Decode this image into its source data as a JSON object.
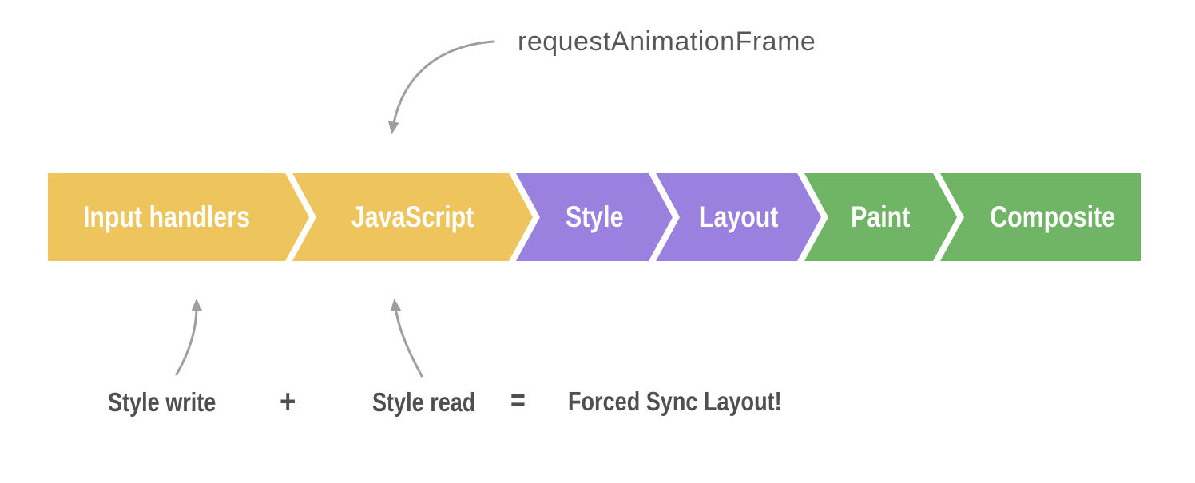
{
  "diagram": {
    "title": "requestAnimationFrame",
    "pipeline": {
      "label_color": "#ffffff",
      "segments": [
        {
          "label": "Input handlers",
          "color": "#eec55c"
        },
        {
          "label": "JavaScript",
          "color": "#eec55c"
        },
        {
          "label": "Style",
          "color": "#9a81e0"
        },
        {
          "label": "Layout",
          "color": "#9a81e0"
        },
        {
          "label": "Paint",
          "color": "#70b465"
        },
        {
          "label": "Composite",
          "color": "#70b465"
        }
      ]
    },
    "annotations": {
      "raf_label": "requestAnimationFrame",
      "style_write": "Style write",
      "plus": "+",
      "style_read": "Style read",
      "equals": "=",
      "result": "Forced Sync Layout!",
      "text_color": "#4f4f52",
      "raf_text_color": "#57575a",
      "arrow_color": "#9e9e9e"
    },
    "background": "#ffffff"
  }
}
